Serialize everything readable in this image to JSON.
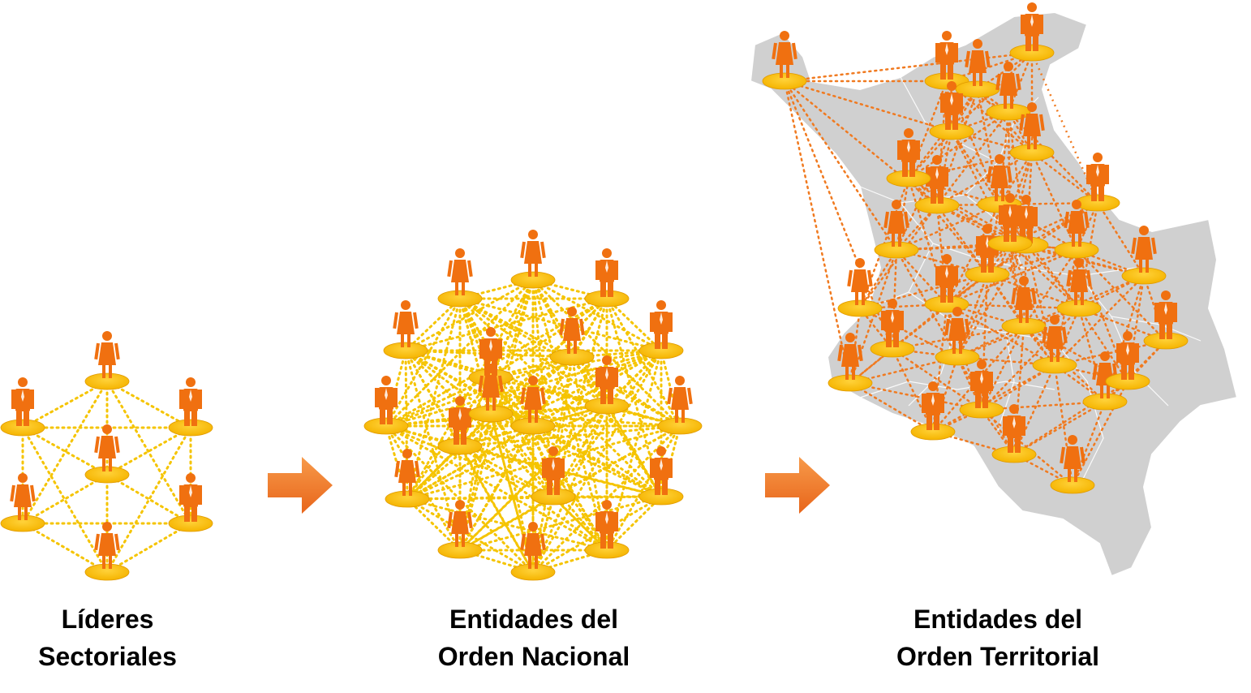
{
  "panels": [
    {
      "caption_lines": [
        "Líderes",
        "Sectoriales"
      ],
      "people": 7
    },
    {
      "caption_lines": [
        "Entidades del",
        "Orden Nacional"
      ],
      "people": 19
    },
    {
      "caption_lines": [
        "Entidades del",
        "Orden Territorial"
      ],
      "people": 32
    }
  ],
  "colors": {
    "figure": "#f07010",
    "disc": "#ffc000",
    "disc_dark": "#e09a00",
    "link_left": "#f5c400",
    "link_right": "#f07a20",
    "arrow": "#f07a20",
    "map": "#d0d0d0",
    "map_border": "#ffffff"
  },
  "icons": [
    "person-icon",
    "arrow-right-icon",
    "colombia-map"
  ]
}
